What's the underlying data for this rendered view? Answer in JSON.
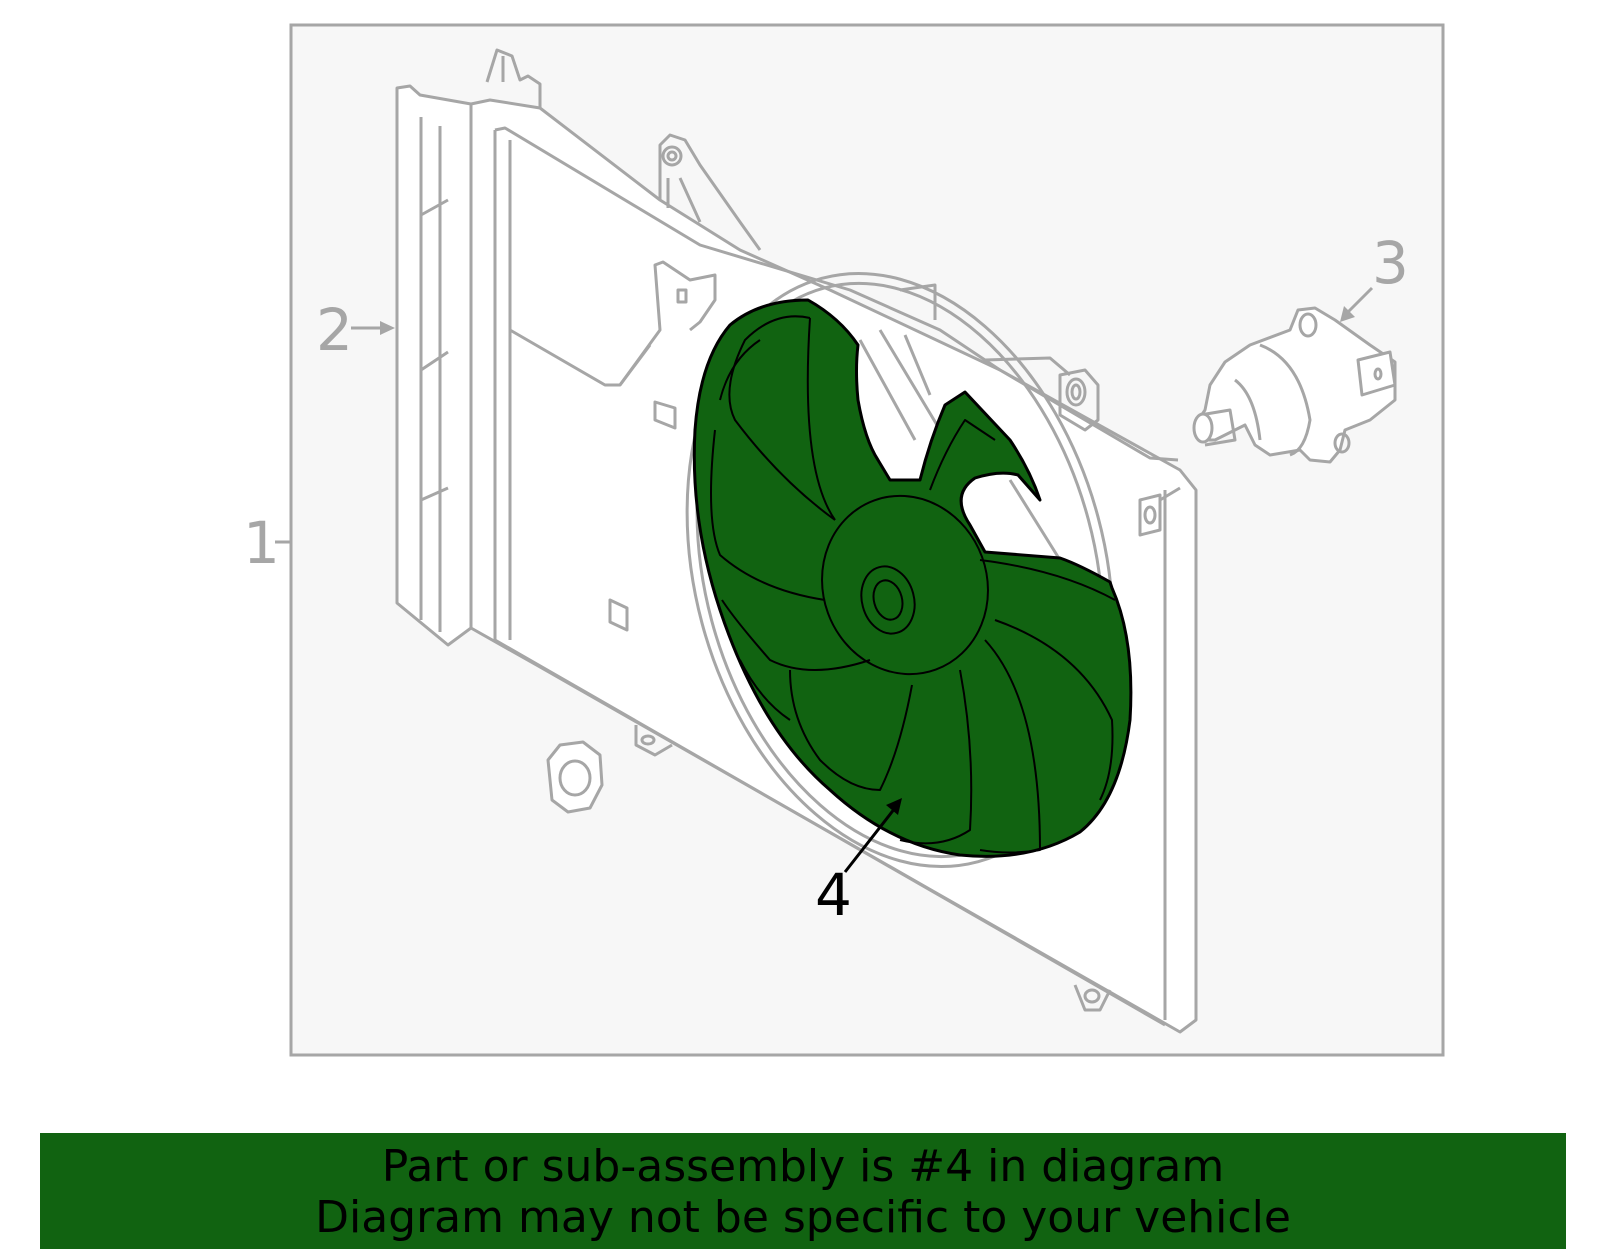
{
  "colors": {
    "frame_fill": "#f7f7f7",
    "line_gray": "#a6a6a6",
    "highlight_fill": "#116311",
    "highlight_stroke": "#000000",
    "banner_bg": "#116311",
    "banner_text": "#000000"
  },
  "callouts": {
    "c1": "1",
    "c2": "2",
    "c3": "3",
    "c4": "4"
  },
  "banner": {
    "line1": "Part or sub-assembly is #4 in diagram",
    "line2": "Diagram may not be specific to your vehicle"
  },
  "icons": [
    "fan-shroud",
    "fan-motor",
    "hex-nut",
    "fan-blade"
  ],
  "highlighted_part": "4"
}
